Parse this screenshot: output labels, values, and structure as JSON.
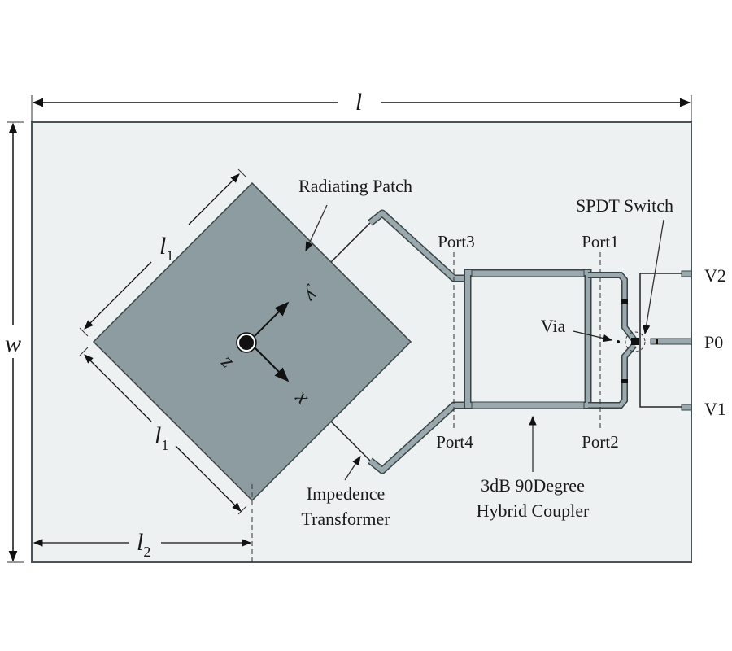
{
  "dimensions": {
    "length": "l",
    "width": "w",
    "patch_side_top": "l",
    "patch_side_top_sub": "1",
    "patch_side_bottom": "l",
    "patch_side_bottom_sub": "1",
    "feed_offset": "l",
    "feed_offset_sub": "2"
  },
  "axes": {
    "x": "x",
    "y": "y",
    "z": "z"
  },
  "labels": {
    "radiating_patch": "Radiating Patch",
    "spdt_switch": "SPDT Switch",
    "port1": "Port1",
    "port2": "Port2",
    "port3": "Port3",
    "port4": "Port4",
    "via": "Via",
    "v1": "V1",
    "v2": "V2",
    "p0": "P0",
    "impedence_line1": "Impedence",
    "impedence_line2": "Transformer",
    "coupler_line1": "3dB 90Degree",
    "coupler_line2": "Hybrid Coupler"
  },
  "colors": {
    "substrate": "#eef1f2",
    "patch": "#8d9ca1",
    "trace": "#9aa9ae",
    "outline": "#3b4446"
  }
}
